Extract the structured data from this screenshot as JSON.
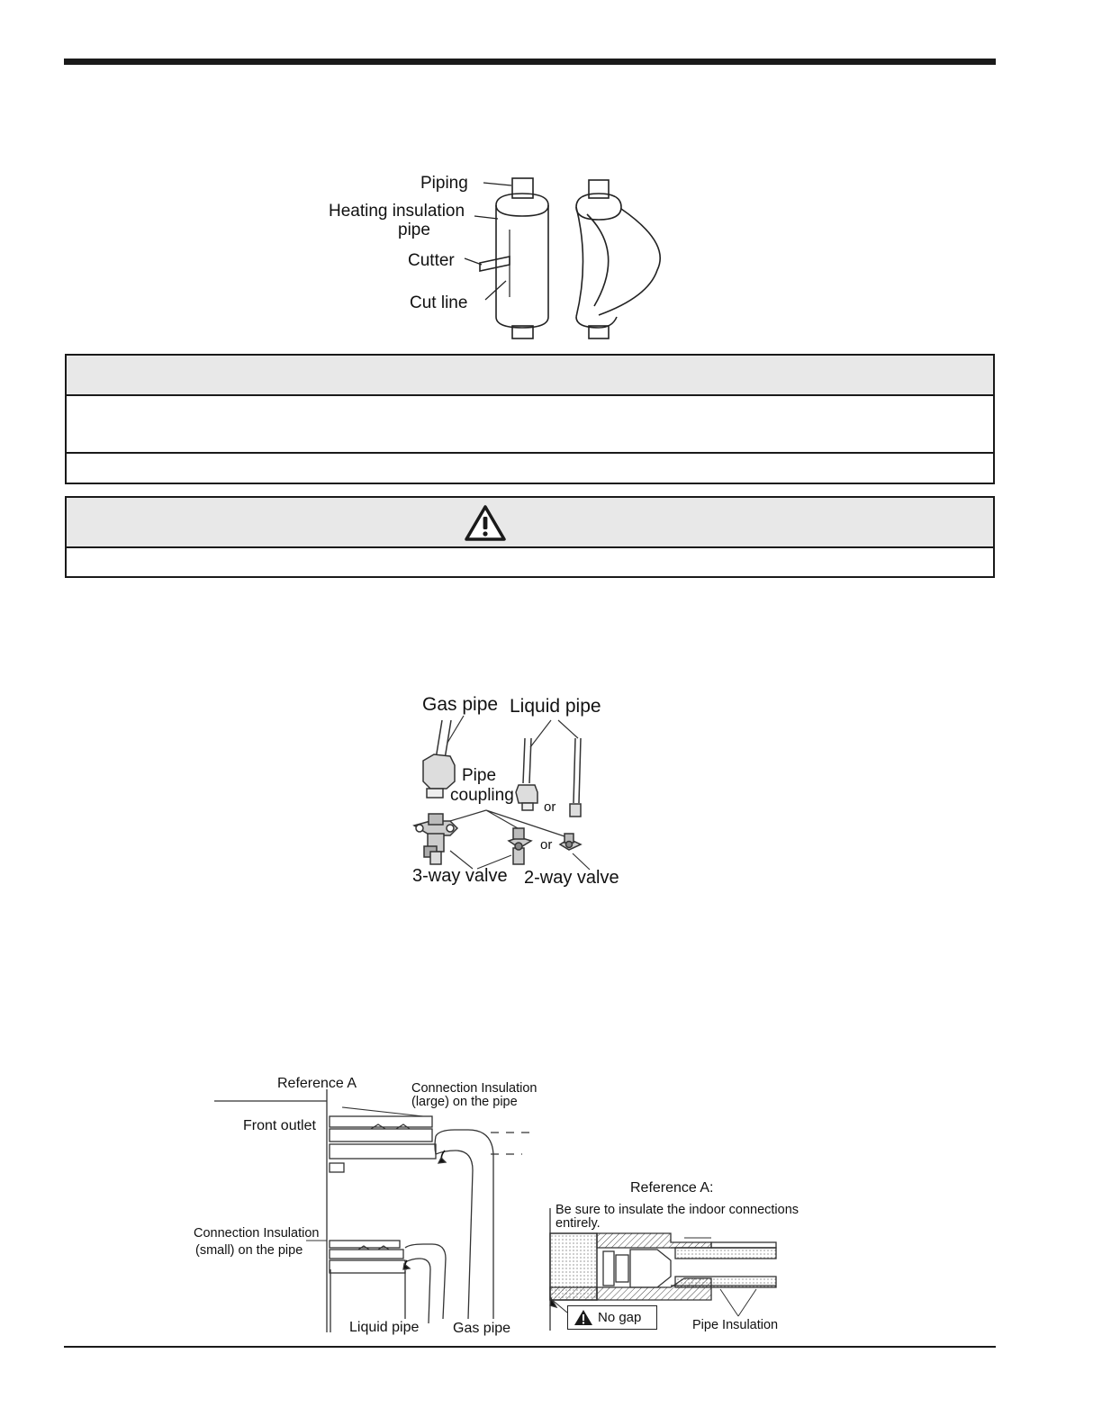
{
  "figure1": {
    "piping": "Piping",
    "heating_insulation_line1": "Heating insulation",
    "heating_insulation_line2": "pipe",
    "cutter": "Cutter",
    "cut_line": "Cut line"
  },
  "figure2": {
    "gas_pipe": "Gas pipe",
    "liquid_pipe": "Liquid pipe",
    "pipe_coupling_line1": "Pipe",
    "pipe_coupling_line2": "coupling",
    "or_top": "or",
    "or_bottom": "or",
    "three_way_valve": "3-way valve",
    "two_way_valve": "2-way valve"
  },
  "figure3": {
    "reference_a": "Reference A",
    "conn_large_line1": "Connection Insulation",
    "conn_large_line2": "(large) on the pipe",
    "front_outlet": "Front outlet",
    "conn_small_line1": "Connection  Insulation",
    "conn_small_line2": "(small) on the pipe",
    "liquid_pipe": "Liquid pipe",
    "gas_pipe": "Gas pipe",
    "reference_a_detail": "Reference A:",
    "insulate_note_line1": "Be sure to insulate the indoor connections",
    "insulate_note_line2": "entirely.",
    "no_gap": "No gap",
    "pipe_insulation": "Pipe Insulation"
  },
  "icons": {
    "caution": "warning-triangle-icon"
  }
}
